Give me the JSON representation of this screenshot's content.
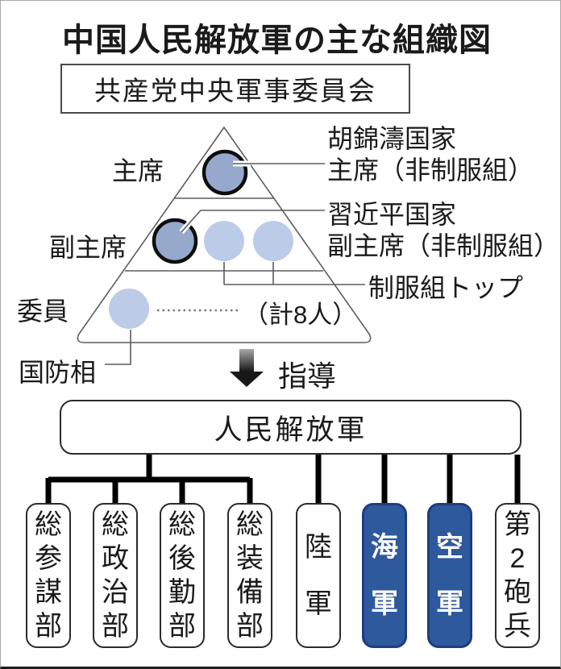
{
  "title": "中国人民解放軍の主な組織図",
  "committee": "共産党中央軍事委員会",
  "pyramid": {
    "rank_labels": [
      "主席",
      "副主席",
      "委員"
    ],
    "chairman_note": [
      "胡錦濤国家",
      "主席（非制服組）"
    ],
    "vice_chairman_note": [
      "習近平国家",
      "副主席（非制服組）"
    ],
    "uniformed_top_note": "制服組トップ",
    "member_count_note": "（計8人）",
    "defense_minister_note": "国防相"
  },
  "arrow": {
    "label": "指導"
  },
  "pla": {
    "label": "人民解放軍"
  },
  "branches": [
    {
      "label": "総参謀部",
      "highlighted": false
    },
    {
      "label": "総政治部",
      "highlighted": false
    },
    {
      "label": "総後勤部",
      "highlighted": false
    },
    {
      "label": "総装備部",
      "highlighted": false
    },
    {
      "label": "陸軍",
      "highlighted": false
    },
    {
      "label": "海軍",
      "highlighted": true
    },
    {
      "label": "空軍",
      "highlighted": true
    },
    {
      "label": "第2砲兵",
      "highlighted": false
    }
  ],
  "colors": {
    "dark_circle": "#96a9cd",
    "light_circle": "#bccbe7",
    "highlight_box_fill": "#2e599c",
    "highlight_box_border": "#1d3d7c",
    "line_gray": "#5c5c5c",
    "connector_black": "#000000"
  }
}
